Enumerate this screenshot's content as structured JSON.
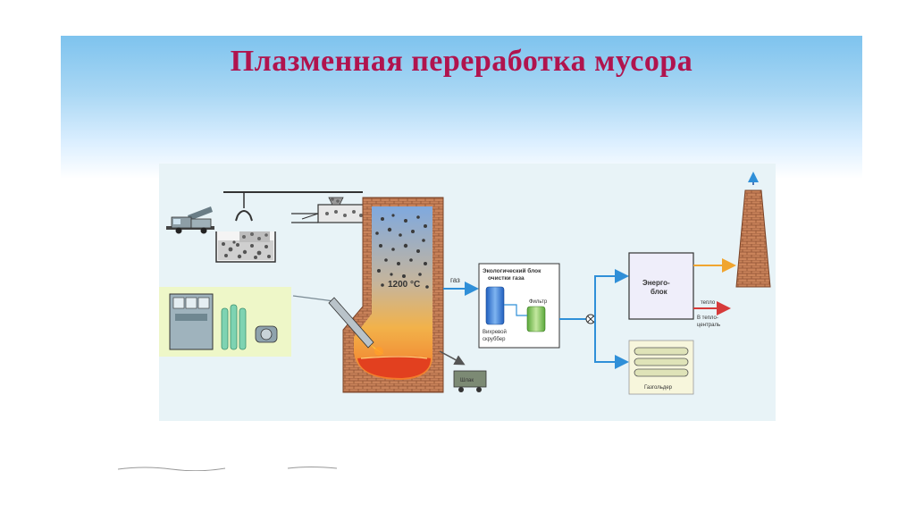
{
  "slide": {
    "title": "Плазменная переработка мусора"
  },
  "diagram": {
    "temperature": "1200 °C",
    "gas_label": "газ",
    "eco_block": "Экологический блок",
    "eco_block_sub": "очистки газа",
    "filter_label": "Фильтр",
    "scrubber_label_1": "Вихревой",
    "scrubber_label_2": "скруббер",
    "energy_block_1": "Энерго-",
    "energy_block_2": "блок",
    "heat_label": "тепло",
    "heat_dest_1": "В тепло-",
    "heat_dest_2": "централь",
    "slag_label": "Шлак",
    "gasholder_label": "Газгольдер"
  },
  "colors": {
    "title": "#b0144e",
    "brick": "#b5724a",
    "flow_blue": "#2f8fd8",
    "heat_red": "#d63a3a",
    "flow_orange": "#f0a530",
    "panel_bg": "#e3f0f6"
  }
}
